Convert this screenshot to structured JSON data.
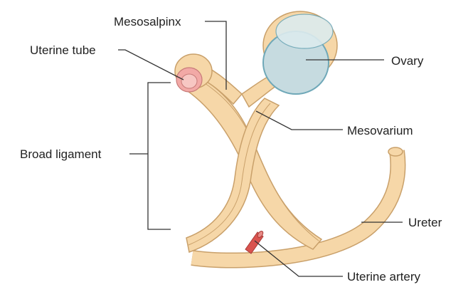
{
  "labels": {
    "mesosalpinx": "Mesosalpinx",
    "uterine_tube": "Uterine tube",
    "ovary": "Ovary",
    "mesovarium": "Mesovarium",
    "broad_ligament": "Broad ligament",
    "ureter": "Ureter",
    "uterine_artery": "Uterine artery"
  },
  "colors": {
    "ligament_fill": "#f6d7a8",
    "ligament_edge": "#c9a06a",
    "ovary_fill": "#c6dbe0",
    "ovary_edge": "#6fa8b8",
    "tube_fill": "#f2a9a6",
    "artery_fill": "#d9534f",
    "leader_line": "#333333"
  }
}
